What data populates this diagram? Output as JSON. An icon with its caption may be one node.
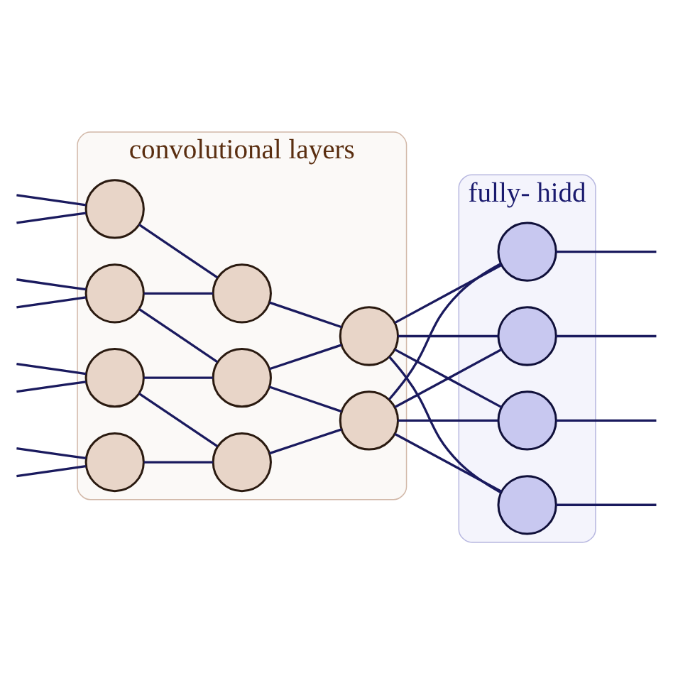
{
  "diagram": {
    "nodes": [
      {
        "text": [
          "convolutional layers"
        ]
      },
      {
        "text": [],
        "shape": "circle",
        "in": 0
      },
      {
        "text": [],
        "shape": "circle",
        "in": 0
      },
      {
        "text": [],
        "shape": "circle",
        "in": 0
      },
      {
        "text": [],
        "shape": "circle",
        "in": 0
      },
      {
        "text": [],
        "shape": "circle",
        "in": 0
      },
      {
        "text": [],
        "shape": "circle",
        "in": 0
      },
      {
        "text": [],
        "shape": "circle",
        "in": 0
      },
      {
        "text": [],
        "shape": "circle",
        "in": 0
      },
      {
        "text": [],
        "shape": "circle",
        "in": 0
      },
      {
        "text": [
          "fully- hidd"
        ]
      },
      {
        "text": [],
        "shape": "circle",
        "in": 10
      },
      {
        "text": [],
        "shape": "circle",
        "in": 10
      },
      {
        "text": [],
        "shape": "circle",
        "in": 10
      },
      {
        "text": [],
        "shape": "circle",
        "in": 10
      }
    ],
    "edges": [
      {
        "from": null,
        "to": 1,
        "arrow": "none"
      },
      {
        "from": null,
        "to": 1,
        "arrow": "none"
      },
      {
        "from": null,
        "to": 2,
        "arrow": "none"
      },
      {
        "from": null,
        "to": 2,
        "arrow": "none"
      },
      {
        "from": null,
        "to": 3,
        "arrow": "none"
      },
      {
        "from": null,
        "to": 3,
        "arrow": "none"
      },
      {
        "from": null,
        "to": 4,
        "arrow": "none"
      },
      {
        "from": null,
        "to": 4,
        "arrow": "none"
      },
      {
        "from": 1,
        "to": 5,
        "arrow": "none"
      },
      {
        "from": 2,
        "to": 5,
        "arrow": "none"
      },
      {
        "from": 2,
        "to": 6,
        "arrow": "none"
      },
      {
        "from": 3,
        "to": 6,
        "arrow": "none"
      },
      {
        "from": 3,
        "to": 7,
        "arrow": "none"
      },
      {
        "from": 4,
        "to": 7,
        "arrow": "none"
      },
      {
        "from": 5,
        "to": 8,
        "arrow": "none"
      },
      {
        "from": 6,
        "to": 8,
        "arrow": "none"
      },
      {
        "from": 6,
        "to": 9,
        "arrow": "none"
      },
      {
        "from": 7,
        "to": 9,
        "arrow": "none"
      },
      {
        "from": 8,
        "to": 11,
        "arrow": "none"
      },
      {
        "from": 8,
        "to": 12,
        "arrow": "none"
      },
      {
        "from": 8,
        "to": 13,
        "arrow": "none"
      },
      {
        "from": 8,
        "to": 14,
        "arrow": "none"
      },
      {
        "from": 9,
        "to": 11,
        "arrow": "none"
      },
      {
        "from": 9,
        "to": 12,
        "arrow": "none"
      },
      {
        "from": 9,
        "to": 13,
        "arrow": "none"
      },
      {
        "from": 9,
        "to": 14,
        "arrow": "none"
      },
      {
        "from": 11,
        "to": null,
        "arrow": "none"
      },
      {
        "from": 12,
        "to": null,
        "arrow": "none"
      },
      {
        "from": 13,
        "to": null,
        "arrow": "none"
      },
      {
        "from": 14,
        "to": null,
        "arrow": "none"
      }
    ]
  }
}
